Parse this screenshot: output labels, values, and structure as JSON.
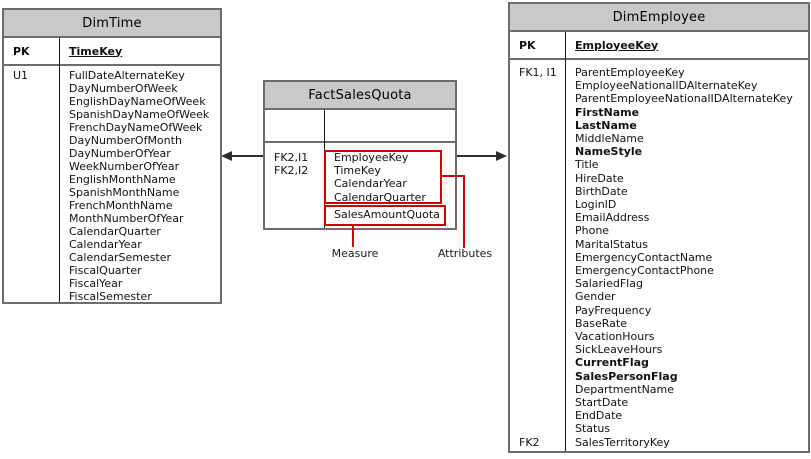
{
  "diagram": {
    "tables": [
      {
        "id": "dimtime",
        "title": "DimTime",
        "pk_label": "PK",
        "pk_field": "TimeKey",
        "keys": [
          {
            "text": "U1",
            "row": 1
          }
        ],
        "fields": [
          {
            "text": "FullDateAlternateKey"
          },
          {
            "text": "DayNumberOfWeek"
          },
          {
            "text": "EnglishDayNameOfWeek"
          },
          {
            "text": "SpanishDayNameOfWeek"
          },
          {
            "text": "FrenchDayNameOfWeek"
          },
          {
            "text": "DayNumberOfMonth"
          },
          {
            "text": "DayNumberOfYear"
          },
          {
            "text": "WeekNumberOfYear"
          },
          {
            "text": "EnglishMonthName"
          },
          {
            "text": "SpanishMonthName"
          },
          {
            "text": "FrenchMonthName"
          },
          {
            "text": "MonthNumberOfYear"
          },
          {
            "text": "CalendarQuarter"
          },
          {
            "text": "CalendarYear"
          },
          {
            "text": "CalendarSemester"
          },
          {
            "text": "FiscalQuarter"
          },
          {
            "text": "FiscalYear"
          },
          {
            "text": "FiscalSemester"
          }
        ]
      },
      {
        "id": "factsalesquota",
        "title": "FactSalesQuota",
        "pk_label": "",
        "pk_field": "",
        "keys": [
          {
            "text": "FK2,I1",
            "row": 1
          },
          {
            "text": "FK2,I2",
            "row": 2
          }
        ],
        "fields": [
          {
            "text": "EmployeeKey"
          },
          {
            "text": "TimeKey"
          },
          {
            "text": "CalendarYear"
          },
          {
            "text": "CalendarQuarter"
          },
          {
            "text": "SalesAmountQuota"
          }
        ]
      },
      {
        "id": "dimemployee",
        "title": "DimEmployee",
        "pk_label": "PK",
        "pk_field": "EmployeeKey",
        "keys": [
          {
            "text": "FK1, I1",
            "row": 1
          },
          {
            "text": "FK2",
            "row": 29
          }
        ],
        "fields": [
          {
            "text": "ParentEmployeeKey"
          },
          {
            "text": "EmployeeNationalIDAlternateKey"
          },
          {
            "text": "ParentEmployeeNationalIDAlternateKey"
          },
          {
            "text": "FirstName",
            "bold": true
          },
          {
            "text": "LastName",
            "bold": true
          },
          {
            "text": "MiddleName"
          },
          {
            "text": "NameStyle",
            "bold": true
          },
          {
            "text": "Title"
          },
          {
            "text": "HireDate"
          },
          {
            "text": "BirthDate"
          },
          {
            "text": "LoginID"
          },
          {
            "text": "EmailAddress"
          },
          {
            "text": "Phone"
          },
          {
            "text": "MaritalStatus"
          },
          {
            "text": "EmergencyContactName"
          },
          {
            "text": "EmergencyContactPhone"
          },
          {
            "text": "SalariedFlag"
          },
          {
            "text": "Gender"
          },
          {
            "text": "PayFrequency"
          },
          {
            "text": "BaseRate"
          },
          {
            "text": "VacationHours"
          },
          {
            "text": "SickLeaveHours"
          },
          {
            "text": "CurrentFlag",
            "bold": true
          },
          {
            "text": "SalesPersonFlag",
            "bold": true
          },
          {
            "text": "DepartmentName"
          },
          {
            "text": "StartDate"
          },
          {
            "text": "EndDate"
          },
          {
            "text": "Status"
          },
          {
            "text": "SalesTerritoryKey"
          }
        ]
      }
    ],
    "annotations": {
      "measure_label": "Measure",
      "attributes_label": "Attributes"
    },
    "colors": {
      "callout_red": "#cc0000",
      "header_gray": "#c9c9c9",
      "border_gray": "#6d6d6d",
      "connector_dark": "#2e2e2e"
    }
  }
}
